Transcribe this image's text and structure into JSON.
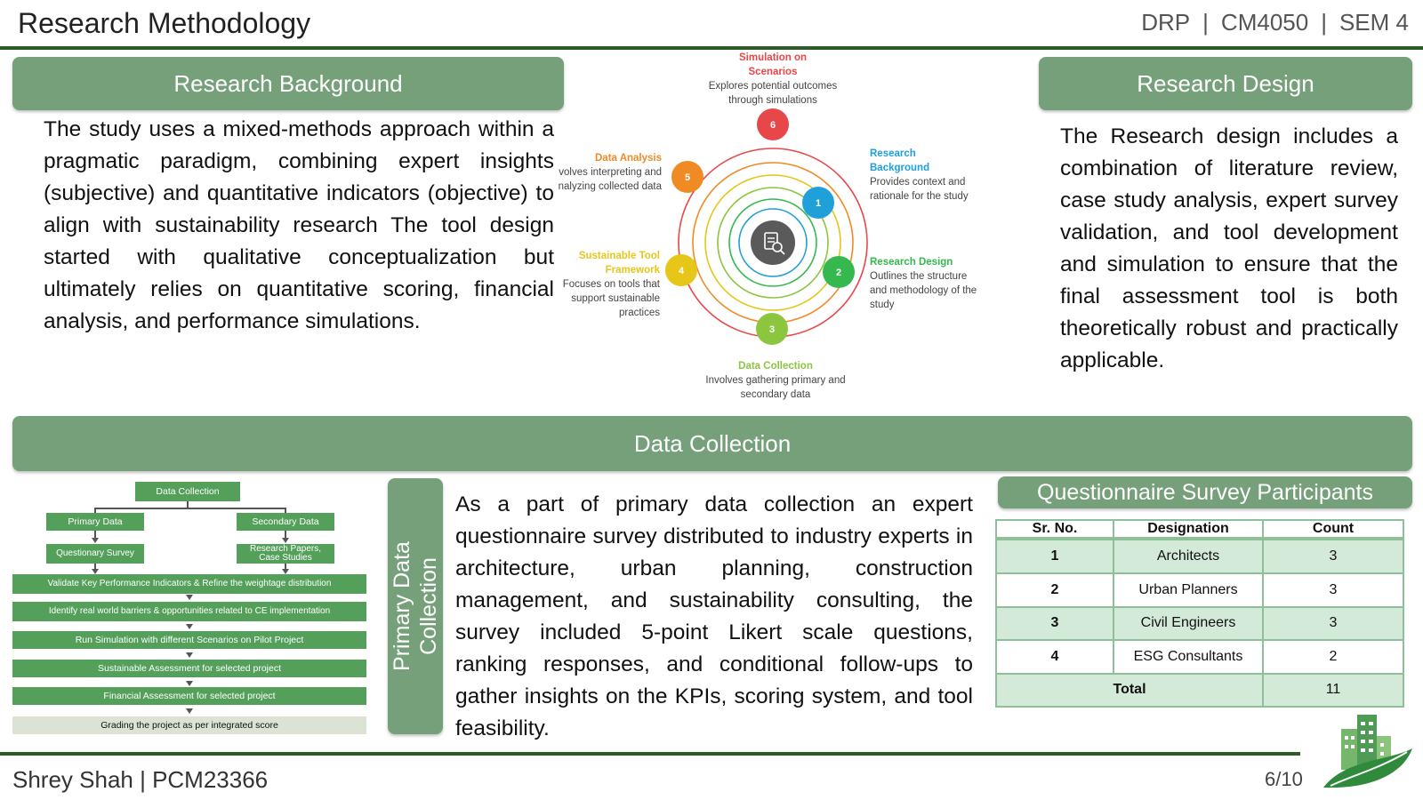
{
  "header": {
    "title": "Research Methodology",
    "meta": [
      "DRP",
      "CM4050",
      "SEM 4"
    ],
    "separator": "|"
  },
  "sections": {
    "background": {
      "heading": "Research Background",
      "text": "The study uses a mixed-methods approach within a pragmatic paradigm, combining expert insights (subjective) and quantitative indicators (objective) to align with sustainability research The tool design started with qualitative conceptualization but ultimately relies on quantitative scoring, financial analysis, and performance simulations."
    },
    "design": {
      "heading": "Research Design",
      "text": "The Research design includes a combination of literature review, case study analysis, expert survey validation, and tool development and simulation to ensure that the final assessment tool is both theoretically robust and practically applicable."
    },
    "data_collection": {
      "heading": "Data Collection",
      "vertical_label_lines": [
        "Primary Data",
        "Collection"
      ],
      "text": "As a part of primary data collection an expert questionnaire survey distributed to industry experts in architecture, urban planning, construction management, and sustainability consulting, the survey included 5-point Likert scale questions, ranking responses, and conditional follow-ups to gather insights on the KPIs, scoring system, and tool feasibility."
    }
  },
  "cycle_diagram": {
    "center_icon": "document-search-icon",
    "steps": [
      {
        "num": "1",
        "color": "#1fa0d8",
        "title_lines": [
          "Research",
          "Background"
        ],
        "desc_lines": [
          "Provides context and",
          "rationale for the study"
        ]
      },
      {
        "num": "2",
        "color": "#35b84e",
        "title_lines": [
          "Research Design"
        ],
        "desc_lines": [
          "Outlines the structure",
          "and methodology of the",
          "study"
        ]
      },
      {
        "num": "3",
        "color": "#8cc63f",
        "title_lines": [
          "Data Collection"
        ],
        "desc_lines": [
          "Involves gathering primary and",
          "secondary data"
        ]
      },
      {
        "num": "4",
        "color": "#e6c619",
        "title_lines": [
          "Sustainable Tool",
          "Framework"
        ],
        "desc_lines": [
          "Focuses on tools that",
          "support sustainable",
          "practices"
        ]
      },
      {
        "num": "5",
        "color": "#f08a24",
        "title_lines": [
          "Data Analysis"
        ],
        "desc_lines": [
          "Involves interpreting and",
          "analyzing collected data"
        ]
      },
      {
        "num": "6",
        "color": "#e8474a",
        "title_lines": [
          "Simulation on",
          "Scenarios"
        ],
        "desc_lines": [
          "Explores potential outcomes",
          "through simulations"
        ]
      }
    ]
  },
  "flowchart": {
    "root": "Data Collection",
    "primary": "Primary Data",
    "secondary": "Secondary Data",
    "questionary": "Questionary Survey",
    "research_papers": "Research Papers, Case Studies",
    "steps": [
      "Validate Key Performance Indicators & Refine the weightage distribution",
      "Identify real world barriers & opportunities related to CE implementation",
      "Run Simulation with different Scenarios on Pilot Project",
      "Sustainable Assessment for selected project",
      "Financial Assessment for selected project"
    ],
    "final": "Grading the project as per integrated score"
  },
  "survey": {
    "heading": "Questionnaire Survey Participants",
    "columns": [
      "Sr. No.",
      "Designation",
      "Count"
    ],
    "rows": [
      {
        "sr": "1",
        "designation": "Architects",
        "count": "3"
      },
      {
        "sr": "2",
        "designation": "Urban Planners",
        "count": "3"
      },
      {
        "sr": "3",
        "designation": "Civil Engineers",
        "count": "3"
      },
      {
        "sr": "4",
        "designation": "ESG Consultants",
        "count": "2"
      }
    ],
    "total_label": "Total",
    "total_value": "11"
  },
  "footer": {
    "author": "Shrey Shah | PCM23366",
    "page": "6/10",
    "logo_icon": "green-building-leaf-icon"
  },
  "colors": {
    "accent_green": "#76a07a",
    "rule_dark_green": "#2e5a2a",
    "flow_green": "#54a05a",
    "table_stripe": "#d3ead8"
  }
}
